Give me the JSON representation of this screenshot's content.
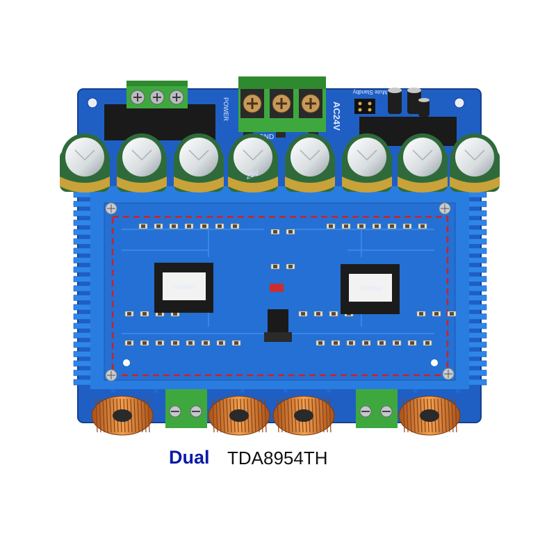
{
  "caption": {
    "dual": "Dual",
    "chip": "TDA8954TH"
  },
  "silkscreen": {
    "ac_label": "AC24V",
    "power_label": "POWER",
    "gnd_label": "GND",
    "mute_standby": "Mute Standby",
    "ic_marking_left": "TDA8954",
    "ic_marking_right": "TDA8954",
    "cap_marking": "25V"
  },
  "colors": {
    "pcb": "#1f5fc4",
    "heatsink": "#2a7de0",
    "terminal": "#3ea83e",
    "capacitor_sleeve": "#2f6b3a",
    "capacitor_band": "#c9a23a",
    "coil": "#d77a2c",
    "dashed_outline": "#d22020",
    "caption_dual": "#0a1aa6"
  }
}
